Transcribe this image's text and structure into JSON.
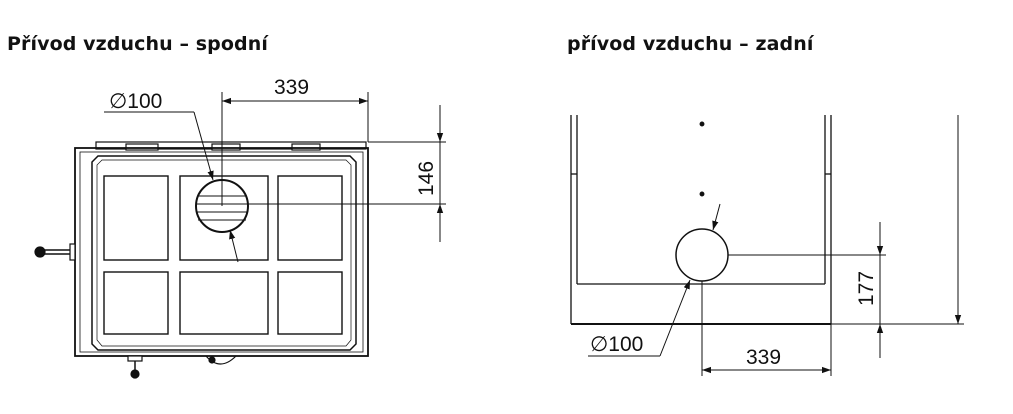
{
  "left_view": {
    "title": "Přívod vzduchu – spodní",
    "diameter_label": "∅100",
    "dim_horizontal": "339",
    "dim_vertical": "146"
  },
  "right_view": {
    "title": "přívod vzduchu – zadní",
    "diameter_label": "∅100",
    "dim_horizontal": "339",
    "dim_vertical": "177"
  }
}
